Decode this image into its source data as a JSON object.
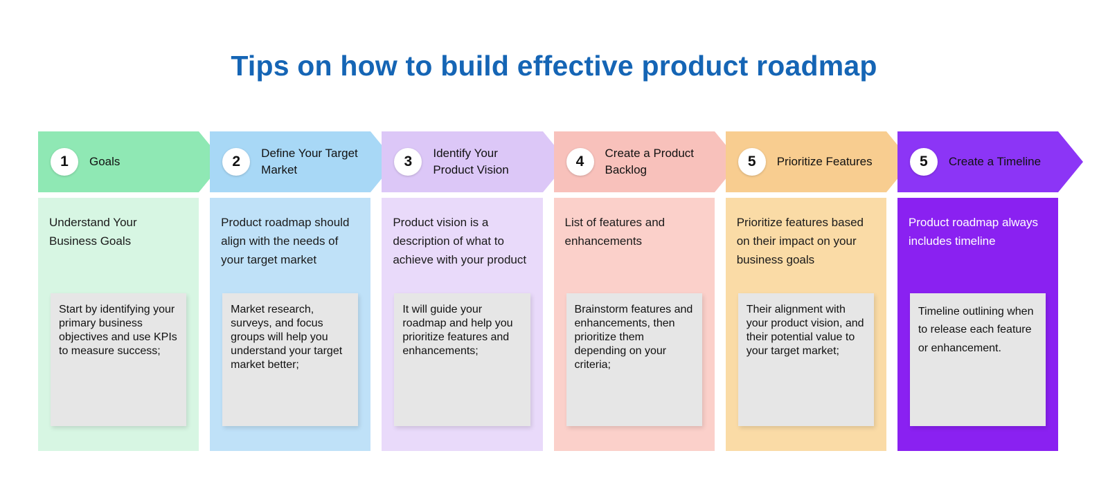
{
  "title": "Tips on how to build effective product roadmap",
  "title_color": "#1565b5",
  "steps": [
    {
      "number": "1",
      "label": "Goals",
      "description": "Understand Your Business Goals",
      "detail": "Start by identifying your primary business objectives and use KPIs to measure success;",
      "arrow_color": "#8fe8b4",
      "body_color": "#d7f6e3",
      "detail_box_color": "#e6e6e6"
    },
    {
      "number": "2",
      "label": "Define Your Target Market",
      "description": "Product roadmap should align with the needs of your target market",
      "detail": "Market research, surveys, and focus groups will help you understand your target market better;",
      "arrow_color": "#a8d8f6",
      "body_color": "#bfe1f8",
      "detail_box_color": "#e6e6e6"
    },
    {
      "number": "3",
      "label": "Identify Your Product Vision",
      "description": "Product vision is a description of what to achieve with your product",
      "detail": "It will guide your roadmap and help you prioritize features and enhancements;",
      "arrow_color": "#dcc7f7",
      "body_color": "#e9dafa",
      "detail_box_color": "#e6e6e6"
    },
    {
      "number": "4",
      "label": "Create a Product Backlog",
      "description": "List of features and enhancements",
      "detail": "Brainstorm features and enhancements, then prioritize them depending on your criteria;",
      "arrow_color": "#f8c1bb",
      "body_color": "#fbd0ca",
      "detail_box_color": "#e6e6e6"
    },
    {
      "number": "5",
      "label": "Prioritize Features",
      "description": "Prioritize features based on their impact on your business goals",
      "detail": "Their alignment with your product vision, and their potential value to your target market;",
      "arrow_color": "#f8cd90",
      "body_color": "#fadba6",
      "detail_box_color": "#e6e6e6"
    },
    {
      "number": "5",
      "label": "Create a Timeline",
      "description": "Product roadmap always includes timeline",
      "detail": "Timeline outlining when to release each feature or enhancement.",
      "arrow_color": "#8c35f6",
      "body_color": "#8a21f1",
      "detail_box_color": "#e6e6e6"
    }
  ]
}
